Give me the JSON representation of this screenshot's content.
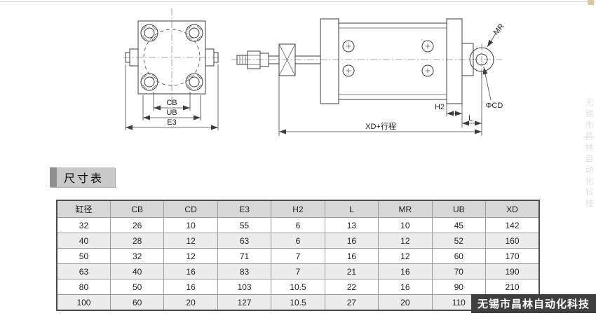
{
  "front_view": {
    "dim_cb": "CB",
    "dim_ub": "UB",
    "dim_e3": "E3"
  },
  "side_view": {
    "label_mr": "MR",
    "label_h2": "H2",
    "label_phicd": "ΦCD",
    "label_l": "L",
    "label_xd_stroke": "XD+行程"
  },
  "section_title": "尺寸表",
  "table": {
    "headers": [
      "缸径",
      "CB",
      "CD",
      "E3",
      "H2",
      "L",
      "MR",
      "UB",
      "XD"
    ],
    "rows": [
      [
        "32",
        "26",
        "10",
        "55",
        "6",
        "13",
        "10",
        "45",
        "142"
      ],
      [
        "40",
        "28",
        "12",
        "63",
        "6",
        "16",
        "12",
        "52",
        "160"
      ],
      [
        "50",
        "32",
        "12",
        "71",
        "7",
        "16",
        "12",
        "60",
        "170"
      ],
      [
        "63",
        "40",
        "16",
        "83",
        "7",
        "21",
        "16",
        "70",
        "190"
      ],
      [
        "80",
        "50",
        "16",
        "103",
        "10.5",
        "22",
        "16",
        "90",
        "210"
      ],
      [
        "100",
        "60",
        "20",
        "127",
        "10.5",
        "27",
        "20",
        "110",
        ""
      ]
    ]
  },
  "watermark": {
    "text": "无锡市昌林自动化科技"
  },
  "side_watermark": {
    "text": "无锡市昌林自动化科技"
  }
}
